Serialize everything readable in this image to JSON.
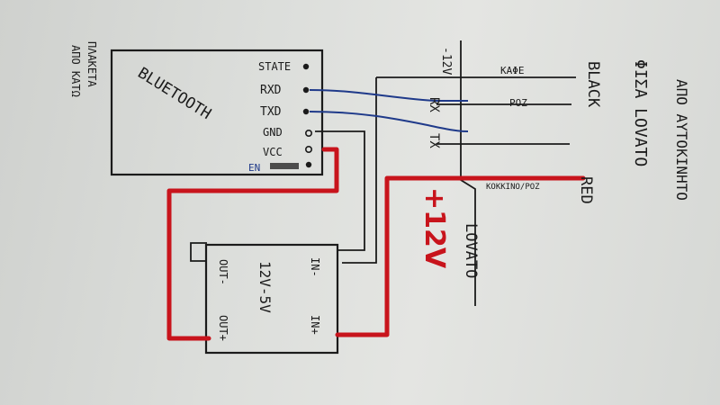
{
  "modules": {
    "bluetooth": {
      "title": "BLUETOOTH",
      "pins": [
        "STATE",
        "RXD",
        "TXD",
        "GND",
        "VCC",
        "EN"
      ]
    },
    "converter": {
      "title": "12V-5V",
      "in_minus": "IN-",
      "in_plus": "IN+",
      "out_minus": "OUT-",
      "out_plus": "OUT+"
    }
  },
  "lovato": {
    "name": "LOVATO",
    "neg": "-12V",
    "rx": "RX",
    "tx": "TX",
    "pos": "+12V"
  },
  "wires": {
    "black": "ΚΑΦΕ",
    "roz": "ΡΟΖ",
    "red_roz": "ΚΟΚΚΙΝΟ/ΡΟΖ"
  },
  "labels": {
    "black_en": "BLACK",
    "red_en": "RED",
    "source_line1": "ΑΠΟ ΑΥΤΟΚΙΝΗΤΟ",
    "source_line2": "ΦΙΣΑ LOVATO",
    "board_line1": "ΠΛΑΚΕΤΑ",
    "board_line2": "ΑΠΟ ΚΑΤΩ"
  },
  "colors": {
    "paper": "#dcdedb",
    "ink": "#1b1b1b",
    "blue_wire": "#1f3a8a",
    "red_wire": "#c8141c"
  }
}
